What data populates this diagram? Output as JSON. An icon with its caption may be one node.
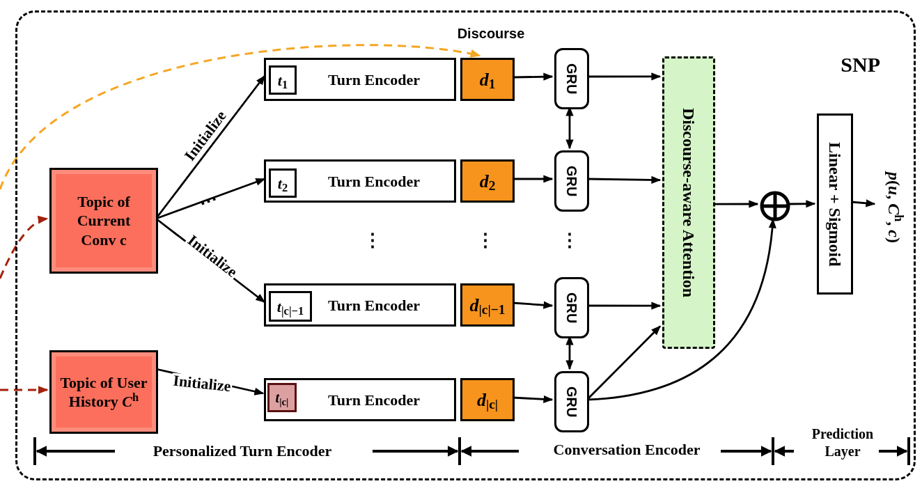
{
  "diagram": {
    "nodes": [
      {
        "text": [
          "SNP"
        ]
      },
      {
        "text": [
          "Topic of Current Conv c"
        ],
        "in": 0
      },
      {
        "text": [
          "Topic of User History *C*$^{h}$"
        ],
        "in": 0
      },
      {
        "text": [
          "Turn Encoder"
        ],
        "in": 0
      },
      {
        "text": [
          "*t*$_{1}$"
        ],
        "in": 3
      },
      {
        "text": [
          "Turn Encoder"
        ],
        "in": 0
      },
      {
        "text": [
          "*t*$_{2}$"
        ],
        "in": 5
      },
      {
        "text": [
          "Turn Encoder"
        ],
        "in": 0
      },
      {
        "text": [
          "*t*$_{|c|−1}$"
        ],
        "in": 7
      },
      {
        "text": [
          "Turn Encoder"
        ],
        "in": 0
      },
      {
        "text": [
          "*t*$_{|c|}$"
        ],
        "in": 9
      },
      {
        "text": [
          "*d*$_{1}$"
        ],
        "in": 0
      },
      {
        "text": [
          "*d*$_{2}$"
        ],
        "in": 0
      },
      {
        "text": [
          "*d*$_{|c|−1}$"
        ],
        "in": 0
      },
      {
        "text": [
          "*d*$_{|c|}$"
        ],
        "in": 0
      },
      {
        "text": [
          "GRU"
        ],
        "in": 0
      },
      {
        "text": [
          "GRU"
        ],
        "in": 0
      },
      {
        "text": [
          "GRU"
        ],
        "in": 0
      },
      {
        "text": [
          "GRU"
        ],
        "in": 0
      },
      {
        "text": [
          "Discourse-aware Attention"
        ],
        "in": 0
      },
      {
        "text": [],
        "shape": "circle",
        "in": 0
      },
      {
        "text": [
          "Linear + Sigmoid"
        ],
        "in": 0
      },
      {
        "text": [
          "*p*(*u*, *C*$^{h}$, *c*)"
        ],
        "in": 0
      }
    ],
    "edges": [
      {
        "from": null,
        "to": 1,
        "arrow": "to",
        "style": "dashed",
        "color": "#a3210c"
      },
      {
        "from": null,
        "to": 2,
        "arrow": "to",
        "style": "dashed",
        "color": "#a3210c"
      },
      {
        "from": null,
        "to": 11,
        "arrow": "to",
        "style": "dashed",
        "color": "#f5a623",
        "label": "Discourse"
      },
      {
        "from": 1,
        "to": 4,
        "arrow": "to",
        "label": "Initialize"
      },
      {
        "from": 1,
        "to": 6,
        "arrow": "to"
      },
      {
        "from": 1,
        "to": 8,
        "arrow": "to",
        "label": "Initialize"
      },
      {
        "from": 2,
        "to": 10,
        "arrow": "to",
        "label": "Initialize"
      },
      {
        "from": 11,
        "to": 15,
        "arrow": "to"
      },
      {
        "from": 12,
        "to": 16,
        "arrow": "to"
      },
      {
        "from": 13,
        "to": 17,
        "arrow": "to"
      },
      {
        "from": 14,
        "to": 18,
        "arrow": "to"
      },
      {
        "from": 15,
        "to": 16,
        "arrow": "both"
      },
      {
        "from": 17,
        "to": 18,
        "arrow": "both"
      },
      {
        "from": 15,
        "to": 19,
        "arrow": "to"
      },
      {
        "from": 16,
        "to": 19,
        "arrow": "to"
      },
      {
        "from": 17,
        "to": 19,
        "arrow": "to"
      },
      {
        "from": 18,
        "to": 19,
        "arrow": "to"
      },
      {
        "from": 18,
        "to": 20,
        "arrow": "to"
      },
      {
        "from": 19,
        "to": 20,
        "arrow": "to"
      },
      {
        "from": 20,
        "to": 21,
        "arrow": "to"
      },
      {
        "from": 21,
        "to": 22,
        "arrow": "to"
      }
    ],
    "labels": [
      "⋯",
      "⋮",
      "⋮",
      "⋮",
      "Personalized Turn Encoder",
      "Conversation Encoder",
      "Prediction Layer"
    ]
  }
}
